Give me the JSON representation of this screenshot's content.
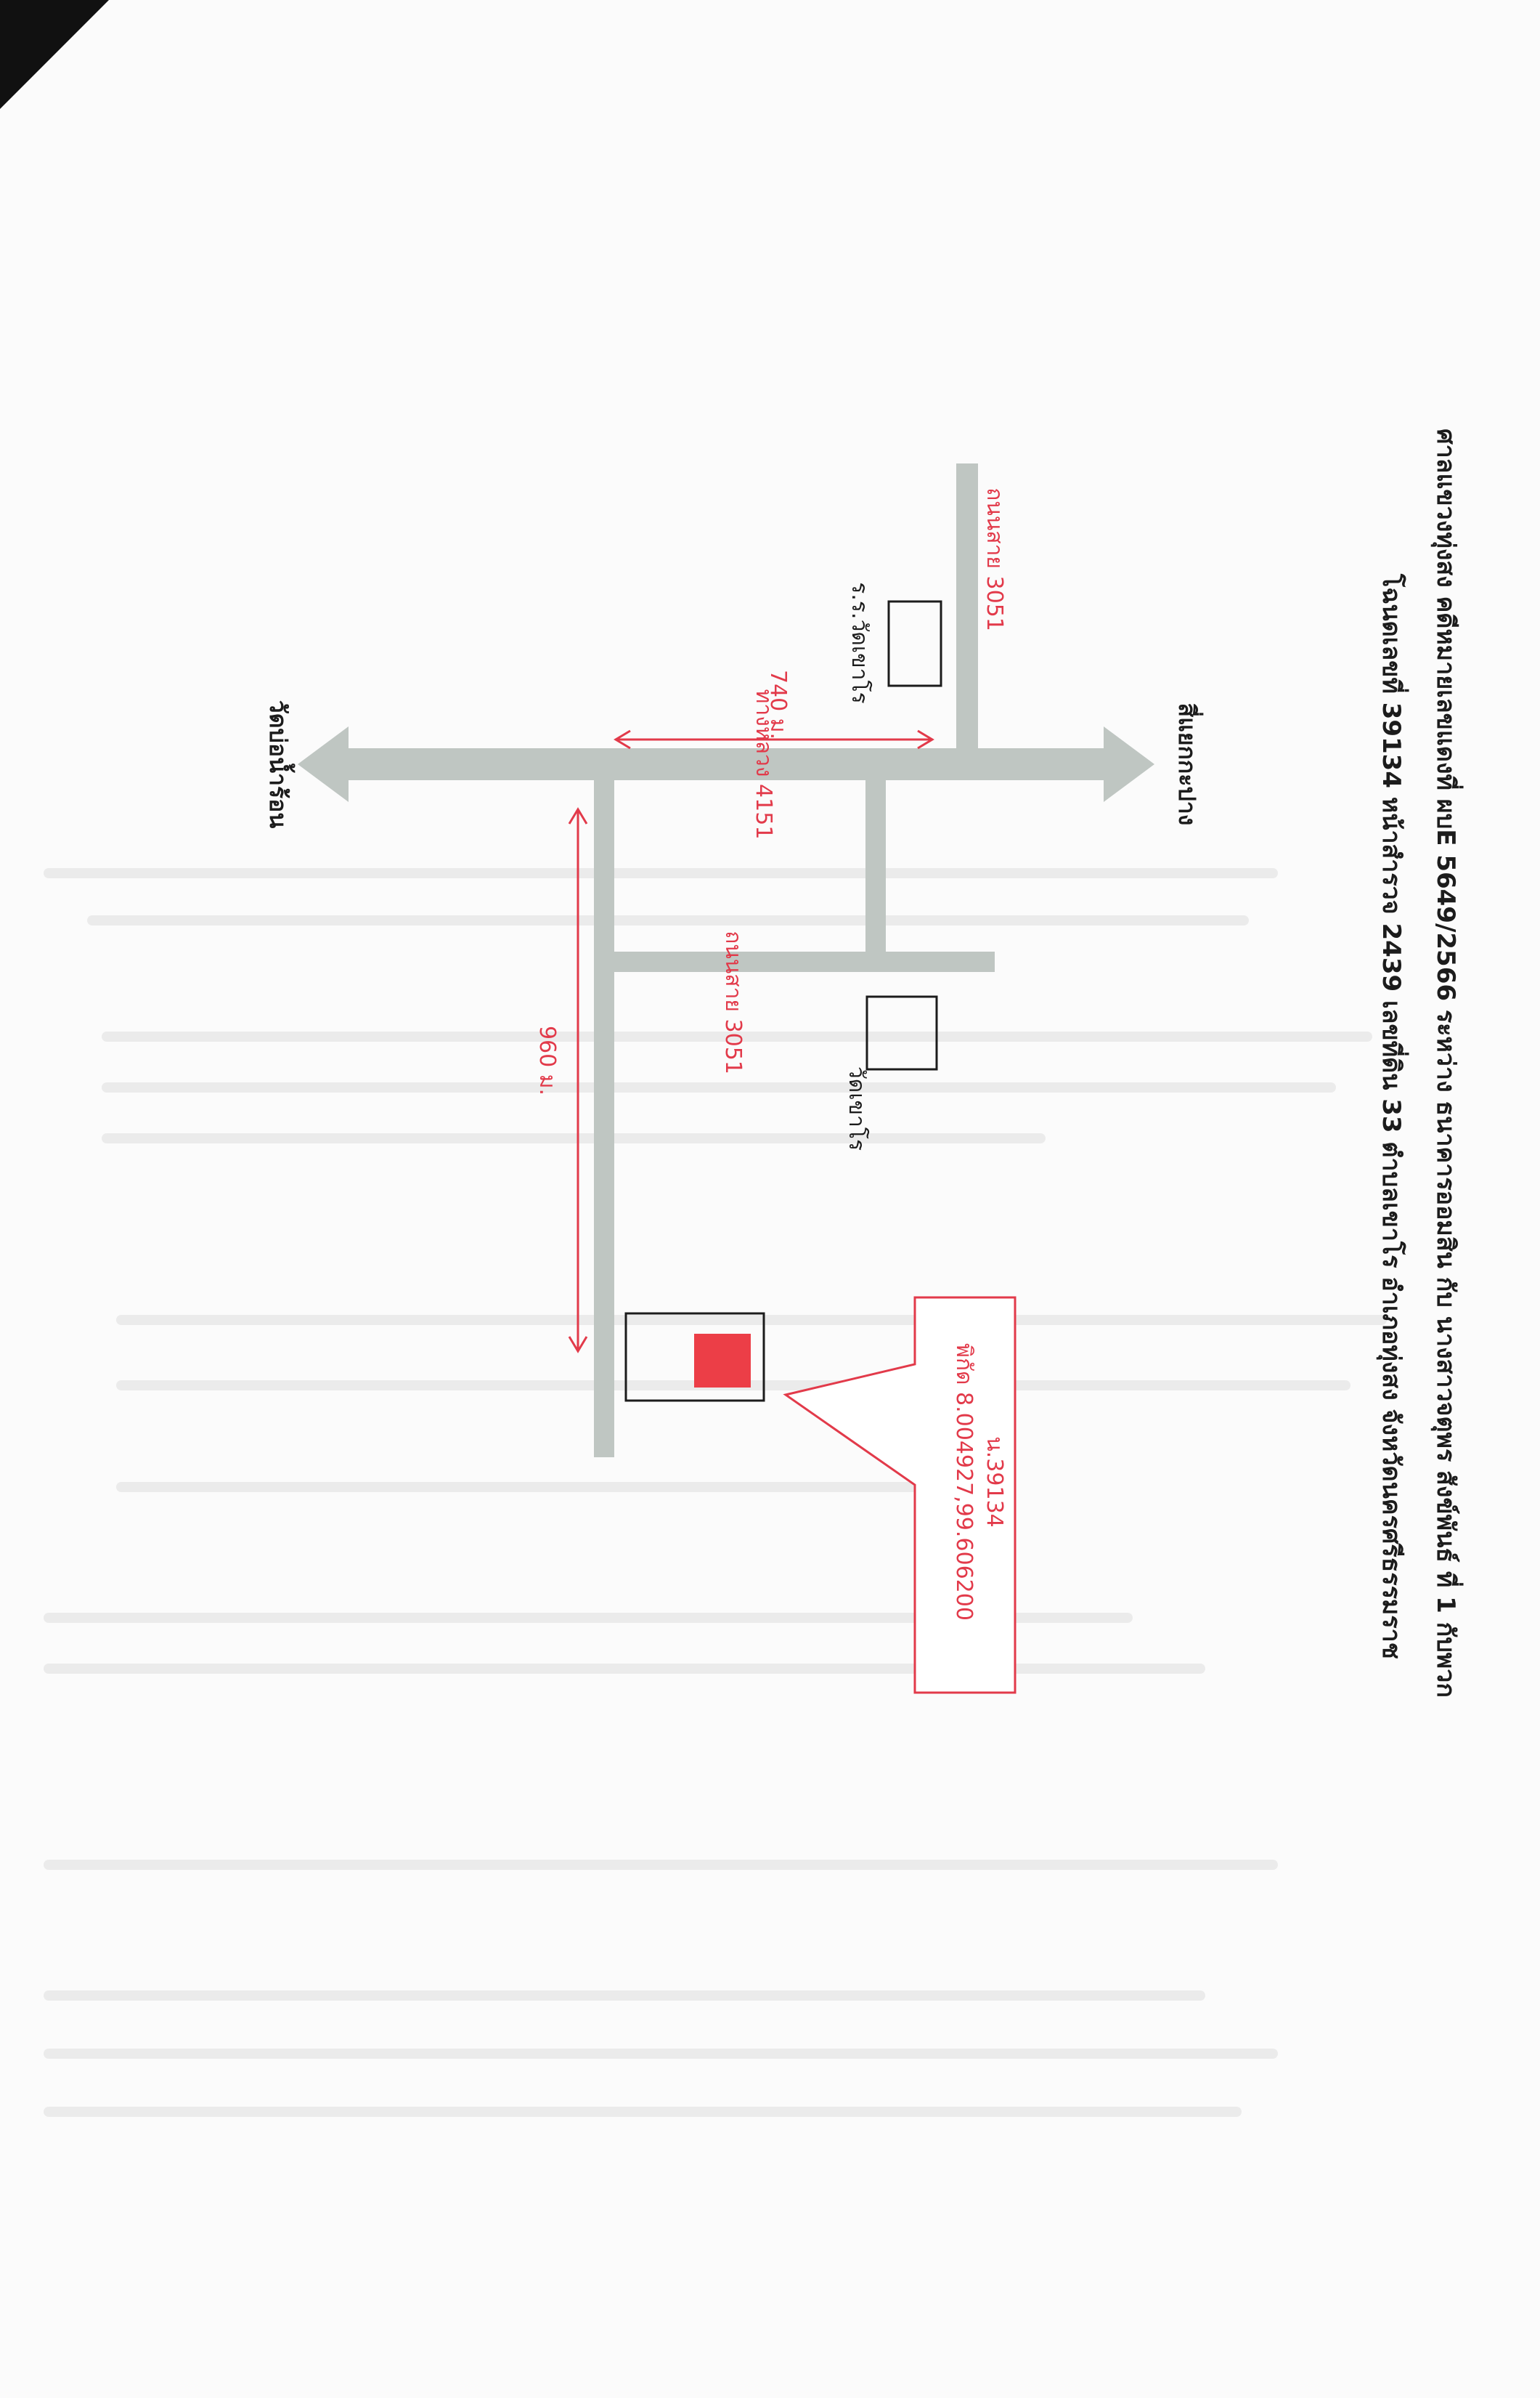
{
  "header": {
    "line1": "ศาลแขวงทุ่งสง คดีหมายเลขแดงที่ ผบE 5649/2566 ระหว่าง ธนาคารออมสิน กับ นางสาวจตุพร สังข์พันธ์ ที่ 1 กับพวก",
    "line2": "โฉนดเลขที่ 39134 หน้าสำรวจ 2439 เลขที่ดิน 33 ตำบลเขาโร อำเภอทุ่งสง จังหวัดนครศรีธรรมราช"
  },
  "map": {
    "highway": {
      "label": "ทางหลวง 4151"
    },
    "direction_left": "สี่แยกกะปาง",
    "direction_right": "วัดบ่อน้ำร้อน",
    "road_3051_upper": "ถนนสาย 3051",
    "road_3051_lower": "ถนนสาย 3051",
    "school": "ร.ร.วัดเขาโร",
    "temple": "วัดเขาโร",
    "distance_1": "740 ม.",
    "distance_2": "960 ม.",
    "callout": {
      "title": "น.39134",
      "coords": "พิกัด 8.004927,99.606200"
    }
  },
  "colors": {
    "road": "#bfc6c2",
    "marker": "#ec3e47",
    "annotation": "#e23a4a",
    "text": "#1c1c1c"
  }
}
